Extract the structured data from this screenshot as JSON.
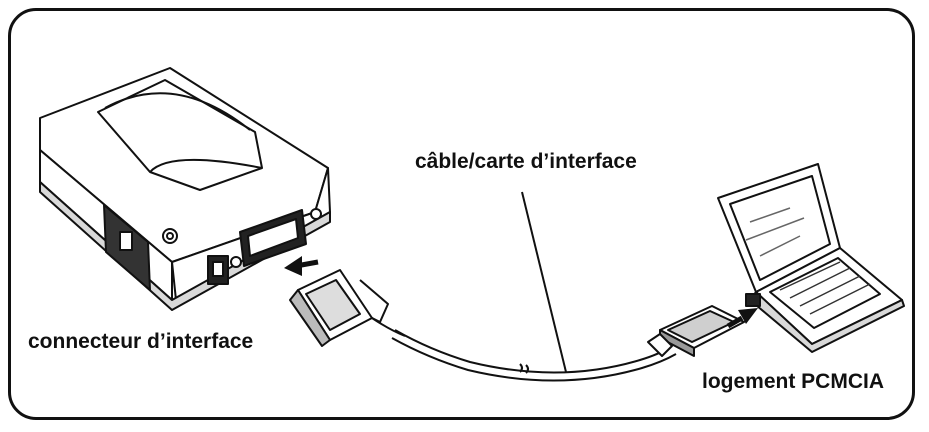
{
  "labels": {
    "cable": "câble/carte d’interface",
    "connector": "connecteur d’interface",
    "pcmcia_slot": "logement PCMCIA"
  }
}
